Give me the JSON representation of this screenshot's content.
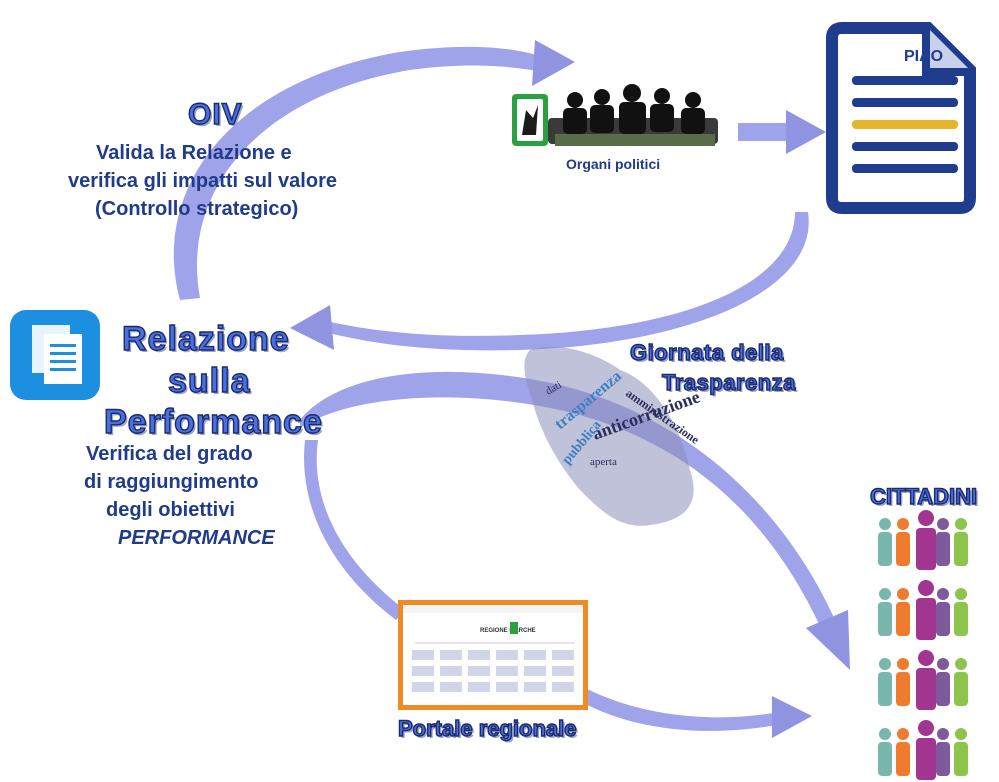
{
  "oiv": {
    "title": "OIV",
    "line1": "Valida la  Relazione e",
    "line2": "verifica gli impatti sul valore",
    "line3": "(Controllo strategico)"
  },
  "organi": {
    "label": "Organi politici"
  },
  "piao": {
    "label": "PIAO"
  },
  "relazione": {
    "title1": "Relazione",
    "title2": "sulla",
    "title3": "Performance",
    "desc1": "Verifica del grado",
    "desc2": "di raggiungimento",
    "desc3": "degli obiettivi",
    "desc4": "PERFORMANCE"
  },
  "giornata": {
    "line1": "Giornata della",
    "line2": "Trasparenza",
    "words": [
      "trasparenza",
      "anticorruzione",
      "amministrazione",
      "pubblica",
      "aperta",
      "dati"
    ]
  },
  "cittadini": {
    "label": "CITTADINI"
  },
  "portale": {
    "label": "Portale regionale",
    "logo_text": "REGIONE MARCHE"
  },
  "colors": {
    "arrow": "#9b9fe6",
    "arrow_dark": "#7d80d6",
    "text_blue": "#1f3b8a",
    "piao_blue": "#1f3d8c",
    "piao_yellow": "#e6b52e",
    "people": [
      "#79b7ad",
      "#ef7b2f",
      "#a2358f",
      "#7d5a9c",
      "#8cc44c"
    ]
  }
}
